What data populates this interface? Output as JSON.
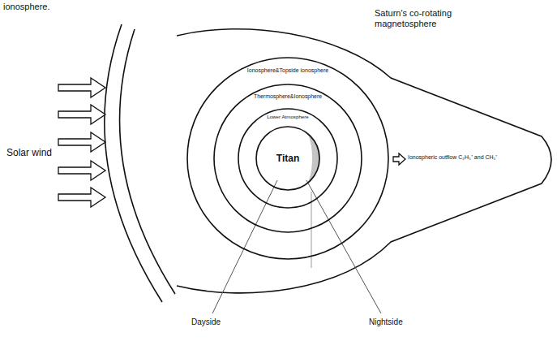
{
  "diagram": {
    "nodes": [
      {
        "text": [
          "Ionosphere&Topside ionosphere"
        ]
      },
      {
        "text": [
          "Thermosphere&Ionosphere"
        ],
        "in": 0
      },
      {
        "text": [
          "Lower Atmosphere"
        ],
        "in": 1
      },
      {
        "text": [
          "Titan"
        ],
        "in": 2
      }
    ],
    "labels": [
      "ionosphere.",
      "Saturn's co-rotating magnetosphere",
      "Solar wind",
      "Ionospheric outflow C₂H₅⁺ and CH₅⁺",
      "Dayside",
      "Nightside"
    ]
  }
}
